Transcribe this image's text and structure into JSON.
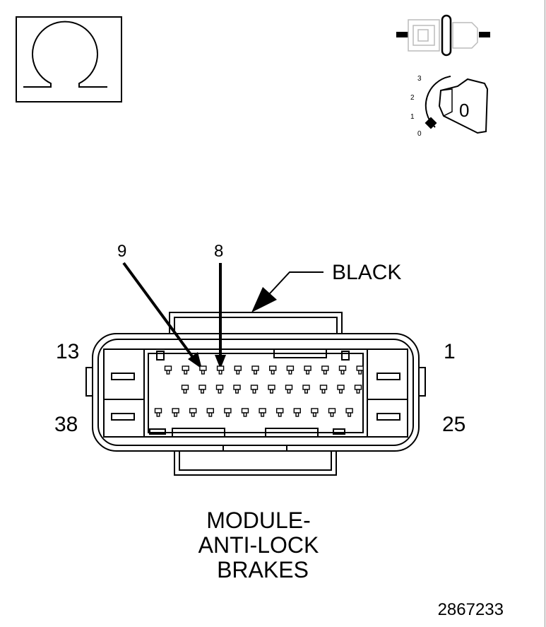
{
  "meter": {
    "symbol": "Ω",
    "icon": "ohm-symbol-icon"
  },
  "connector_icon": "disconnected-connector-icon",
  "ignition": {
    "icon": "ignition-key-icon",
    "positions": [
      "3",
      "2",
      "1",
      "0"
    ],
    "key_label": "0"
  },
  "connector": {
    "color_label": "BLACK",
    "pin_labels": {
      "top_left": "13",
      "top_right": "1",
      "bottom_left": "38",
      "bottom_right": "25"
    },
    "callouts": [
      "9",
      "8"
    ],
    "pin_rows": [
      12,
      11,
      12
    ]
  },
  "component_name": [
    "MODULE-",
    "ANTI-LOCK",
    "BRAKES"
  ],
  "figure_number": "2867233"
}
